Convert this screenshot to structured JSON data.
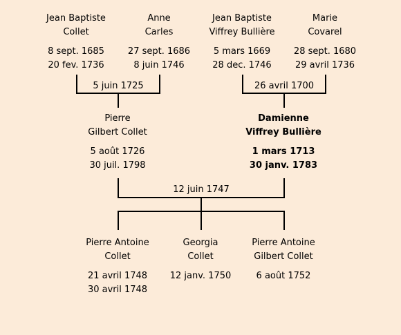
{
  "persons": {
    "jean_baptiste_collet": {
      "name1": "Jean Baptiste",
      "name2": "Collet",
      "birth": "8 sept. 1685",
      "death": "20 fev. 1736"
    },
    "anne_carles": {
      "name1": "Anne",
      "name2": "Carles",
      "birth": "27 sept. 1686",
      "death": "8 juin 1746"
    },
    "jean_baptiste_viffrey": {
      "name1": "Jean Baptiste",
      "name2": "Viffrey Bullière",
      "birth": "5 mars 1669",
      "death": "28 dec. 1746"
    },
    "marie_covarel": {
      "name1": "Marie",
      "name2": "Covarel",
      "birth": "28 sept. 1680",
      "death": "29 avril 1736"
    },
    "pierre_gilbert": {
      "name1": "Pierre",
      "name2": "Gilbert Collet",
      "birth": "5 août 1726",
      "death": "30 juil. 1798"
    },
    "damienne": {
      "name1": "Damienne",
      "name2": "Viffrey Bullière",
      "birth": "1 mars 1713",
      "death": "30 janv. 1783"
    },
    "pierre_antoine_1": {
      "name1": "Pierre Antoine",
      "name2": "Collet",
      "birth": "21 avril 1748",
      "death": "30 avril 1748"
    },
    "georgia": {
      "name1": "Georgia",
      "name2": "Collet",
      "birth": "12 janv. 1750",
      "death": ""
    },
    "pierre_antoine_2": {
      "name1": "Pierre Antoine",
      "name2": "Gilbert Collet",
      "birth": "6 août 1752",
      "death": ""
    }
  },
  "marriages": {
    "collet_carles": "5 juin 1725",
    "viffrey_covarel": "26 avril 1700",
    "pierre_damienne": "12 juin 1747"
  },
  "colors": {
    "background": "#fcebd9",
    "line": "#000000"
  }
}
